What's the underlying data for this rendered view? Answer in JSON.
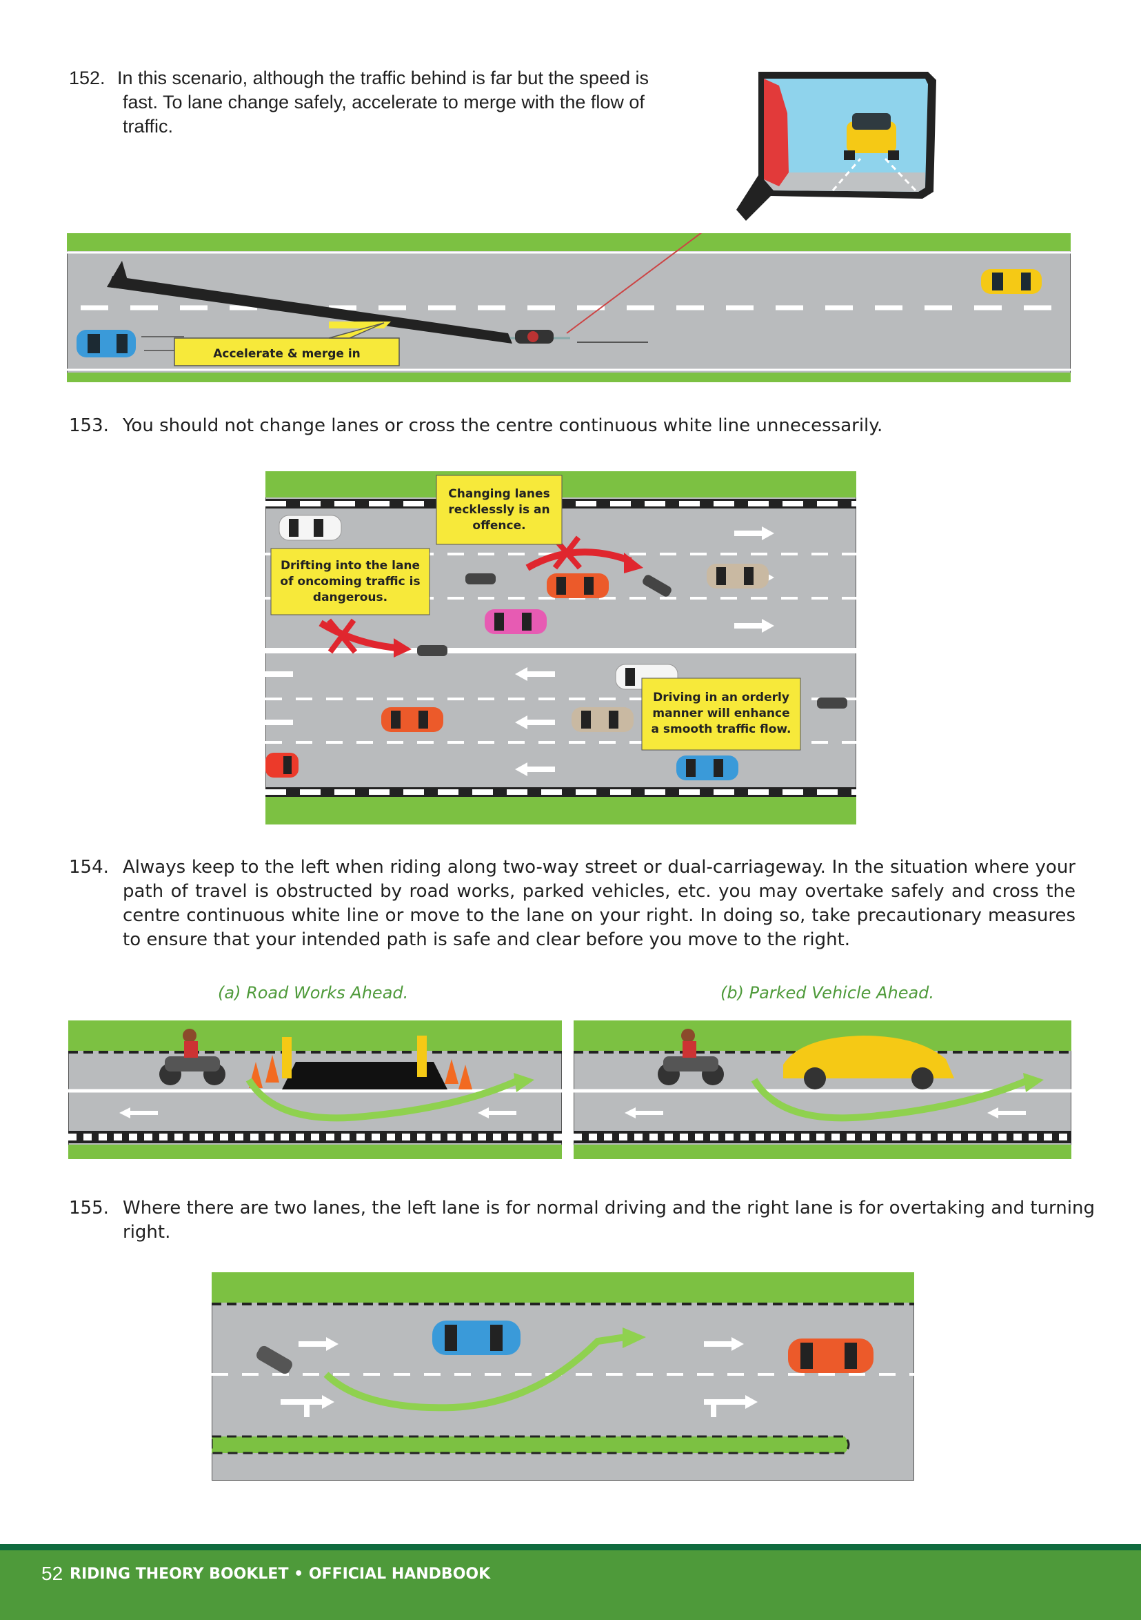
{
  "sections": [
    {
      "number": "152.",
      "text": "In this scenario, although the traffic behind is far but the speed is fast. To lane change safely, accelerate to merge with the flow of traffic."
    },
    {
      "number": "153.",
      "text": "You should not change lanes or cross the centre continuous white line unnecessarily."
    },
    {
      "number": "154.",
      "text": "Always keep to the left when riding along two-way street or dual-carriageway. In the situation where your path of travel is obstructed by road works, parked vehicles, etc. you may overtake safely and cross the centre continuous white line or move to the lane on your right. In doing so, take precautionary measures to ensure that your intended path is safe and clear before you move to the right."
    },
    {
      "number": "155.",
      "text": "Where there are two lanes, the left lane is for normal driving and the right lane is for overtaking and turning right."
    }
  ],
  "figure152": {
    "callout": "Accelerate & merge in"
  },
  "figure153": {
    "callout_top": [
      "Changing lanes",
      "recklessly is an",
      "offence."
    ],
    "callout_left": [
      "Drifting into the lane",
      "of oncoming traffic is",
      "dangerous."
    ],
    "callout_right": [
      "Driving in an orderly",
      "manner will enhance",
      "a smooth traffic flow."
    ]
  },
  "figure154": {
    "caption_a": "(a) Road Works Ahead.",
    "caption_b": "(b) Parked Vehicle Ahead."
  },
  "footer": {
    "page_number": "52",
    "title": "RIDING THEORY BOOKLET • OFFICIAL HANDBOOK"
  },
  "colors": {
    "grass": "#7cc142",
    "road": "#b9bbbd",
    "callout": "#f7e93a",
    "accent_green": "#4e9a3a",
    "footer_border": "#0f6b3e"
  }
}
